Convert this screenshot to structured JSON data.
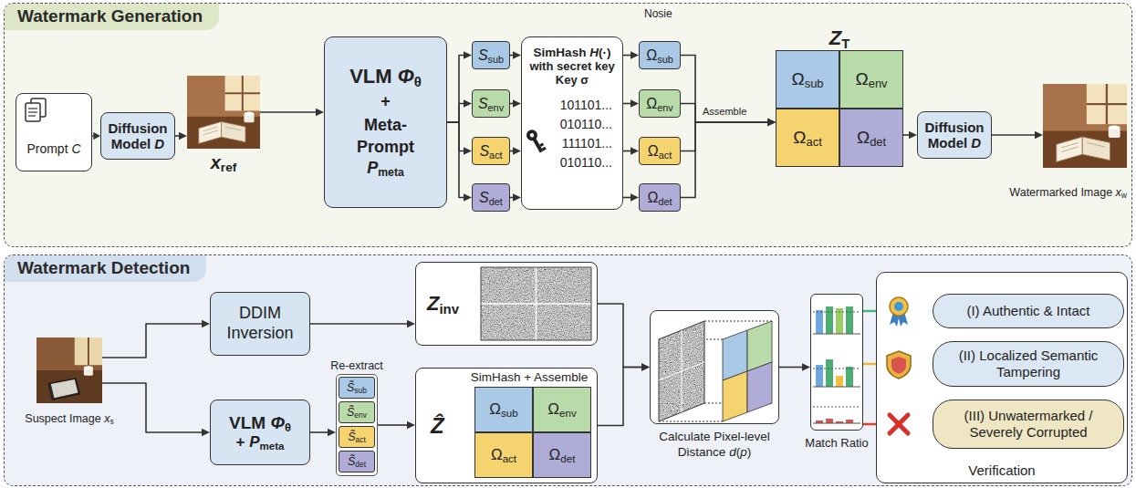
{
  "diagram": {
    "nodes": [
      {
        "text": [
          "Watermark Generation"
        ]
      },
      {
        "text": [
          "Prompt C"
        ],
        "in": 0
      },
      {
        "text": [
          "Diffusion Model D"
        ],
        "in": 0
      },
      {
        "text": [
          "xref"
        ],
        "in": 0
      },
      {
        "text": [
          "VLM Φθ",
          "+",
          "Meta-Prompt Pmeta"
        ],
        "in": 0
      },
      {
        "text": [
          "Ssub"
        ],
        "in": 0
      },
      {
        "text": [
          "Senv"
        ],
        "in": 0
      },
      {
        "text": [
          "Sact"
        ],
        "in": 0
      },
      {
        "text": [
          "Sdet"
        ],
        "in": 0
      },
      {
        "text": [
          "SimHash H(·)",
          "with secret key",
          "Key σ",
          "101101...",
          "010110...",
          "111101...",
          "010110..."
        ],
        "in": 0
      },
      {
        "text": [
          "Ωsub"
        ],
        "in": 0
      },
      {
        "text": [
          "Ωenv"
        ],
        "in": 0
      },
      {
        "text": [
          "Ωact"
        ],
        "in": 0
      },
      {
        "text": [
          "Ωdet"
        ],
        "in": 0
      },
      {
        "text": [
          "ZT"
        ],
        "in": 0
      },
      {
        "text": [
          "Ωsub"
        ],
        "in": 14
      },
      {
        "text": [
          "Ωenv"
        ],
        "in": 14
      },
      {
        "text": [
          "Ωact"
        ],
        "in": 14
      },
      {
        "text": [
          "Ωdet"
        ],
        "in": 14
      },
      {
        "text": [
          "Diffusion Model D"
        ],
        "in": 0
      },
      {
        "text": [
          "Watermarked Image xw"
        ],
        "in": 0
      },
      {
        "text": [
          "Watermark Detection"
        ]
      },
      {
        "text": [
          "Suspect Image xs"
        ],
        "in": 21
      },
      {
        "text": [
          "DDIM Inversion"
        ],
        "in": 21
      },
      {
        "text": [
          "VLM Φθ",
          "+ Pmeta"
        ],
        "in": 21
      },
      {
        "text": [
          "Re-extract"
        ],
        "in": 21
      },
      {
        "text": [
          "S̃sub"
        ],
        "in": 25
      },
      {
        "text": [
          "S̃env"
        ],
        "in": 25
      },
      {
        "text": [
          "S̃act"
        ],
        "in": 25
      },
      {
        "text": [
          "S̃det"
        ],
        "in": 25
      },
      {
        "text": [
          "Zinv"
        ],
        "in": 21
      },
      {
        "text": [
          "SimHash + Assemble",
          "Ẑ"
        ],
        "in": 21
      },
      {
        "text": [
          "Ωsub"
        ],
        "in": 31
      },
      {
        "text": [
          "Ωenv"
        ],
        "in": 31
      },
      {
        "text": [
          "Ωact"
        ],
        "in": 31
      },
      {
        "text": [
          "Ωdet"
        ],
        "in": 31
      },
      {
        "text": [
          "Calculate Pixel-level Distance d(p)"
        ],
        "in": 21
      },
      {
        "text": [
          "Match Ratio"
        ],
        "in": 21
      },
      {
        "text": [
          "Verification"
        ],
        "in": 21
      },
      {
        "text": [
          "(I) Authentic & Intact"
        ],
        "in": 38
      },
      {
        "text": [
          "(II) Localized Semantic Tampering"
        ],
        "in": 38
      },
      {
        "text": [
          "(III) Unwatermarked / Severely Corrupted"
        ],
        "in": 38
      }
    ],
    "edges": [
      {
        "from": 1,
        "to": 2,
        "arrow": "to"
      },
      {
        "from": 2,
        "to": 3,
        "arrow": "to"
      },
      {
        "from": 3,
        "to": 4,
        "arrow": "to"
      },
      {
        "from": 4,
        "to": 5,
        "arrow": "to"
      },
      {
        "from": 4,
        "to": 6,
        "arrow": "to"
      },
      {
        "from": 4,
        "to": 7,
        "arrow": "to"
      },
      {
        "from": 4,
        "to": 8,
        "arrow": "to"
      },
      {
        "from": 5,
        "to": 9,
        "arrow": "to"
      },
      {
        "from": 6,
        "to": 9,
        "arrow": "to"
      },
      {
        "from": 7,
        "to": 9,
        "arrow": "to"
      },
      {
        "from": 8,
        "to": 9,
        "arrow": "to"
      },
      {
        "from": 9,
        "to": 10,
        "arrow": "to"
      },
      {
        "from": 9,
        "to": 11,
        "arrow": "to"
      },
      {
        "from": 9,
        "to": 12,
        "arrow": "to"
      },
      {
        "from": 9,
        "to": 13,
        "arrow": "to"
      },
      {
        "from": 10,
        "to": 14,
        "arrow": "to"
      },
      {
        "from": 11,
        "to": 14,
        "arrow": "to"
      },
      {
        "from": 12,
        "to": 14,
        "arrow": "to"
      },
      {
        "from": 13,
        "to": 14,
        "arrow": "to"
      },
      {
        "from": 14,
        "to": 19,
        "arrow": "to"
      },
      {
        "from": 19,
        "to": 20,
        "arrow": "to"
      },
      {
        "from": 22,
        "to": 23,
        "arrow": "to"
      },
      {
        "from": 22,
        "to": 24,
        "arrow": "to"
      },
      {
        "from": 23,
        "to": 30,
        "arrow": "to"
      },
      {
        "from": 24,
        "to": 25,
        "arrow": "to"
      },
      {
        "from": 25,
        "to": 31,
        "arrow": "to"
      },
      {
        "from": 30,
        "to": 36,
        "arrow": "to"
      },
      {
        "from": 31,
        "to": 36,
        "arrow": "to"
      },
      {
        "from": 36,
        "to": 37,
        "arrow": "to"
      },
      {
        "from": 37,
        "to": 39,
        "arrow": "to"
      },
      {
        "from": 37,
        "to": 40,
        "arrow": "to"
      },
      {
        "from": 37,
        "to": 41,
        "arrow": "to"
      }
    ],
    "labels": [
      "Nosie",
      "Assemble"
    ]
  }
}
